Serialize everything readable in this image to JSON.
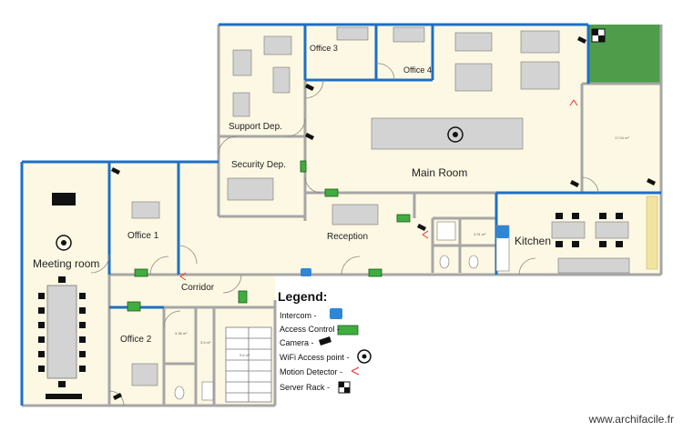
{
  "rooms": {
    "office3": "Office 3",
    "office4": "Office 4",
    "support": "Support Dep.",
    "security": "Security Dep.",
    "main": "Main Room",
    "office1": "Office 1",
    "meeting": "Meeting room",
    "reception": "Reception",
    "kitchen": "Kitchen",
    "corridor": "Corridor",
    "office2": "Office 2"
  },
  "areas": {
    "garden": "17.04 m²",
    "wc1": "3.38 m²",
    "wc2": "3.5 m²",
    "stairs": "9.6 m²",
    "store": "3.91 m²"
  },
  "legend": {
    "title": "Legend:",
    "intercom": "Intercom -",
    "access": "Access Control -",
    "camera": "Camera -",
    "wifi": "WiFi Access point -",
    "motion": "Motion Detector -",
    "server": "Server Rack -"
  },
  "watermark": "www.archifacile.fr",
  "colors": {
    "wall": "#a6a6a6",
    "blue_wall": "#1e6fc4",
    "floor": "#fdf8e3",
    "grass": "#4f9d4a",
    "access_control": "#3fae3f",
    "intercom": "#2f86d6",
    "desk": "#d3d3d3"
  }
}
